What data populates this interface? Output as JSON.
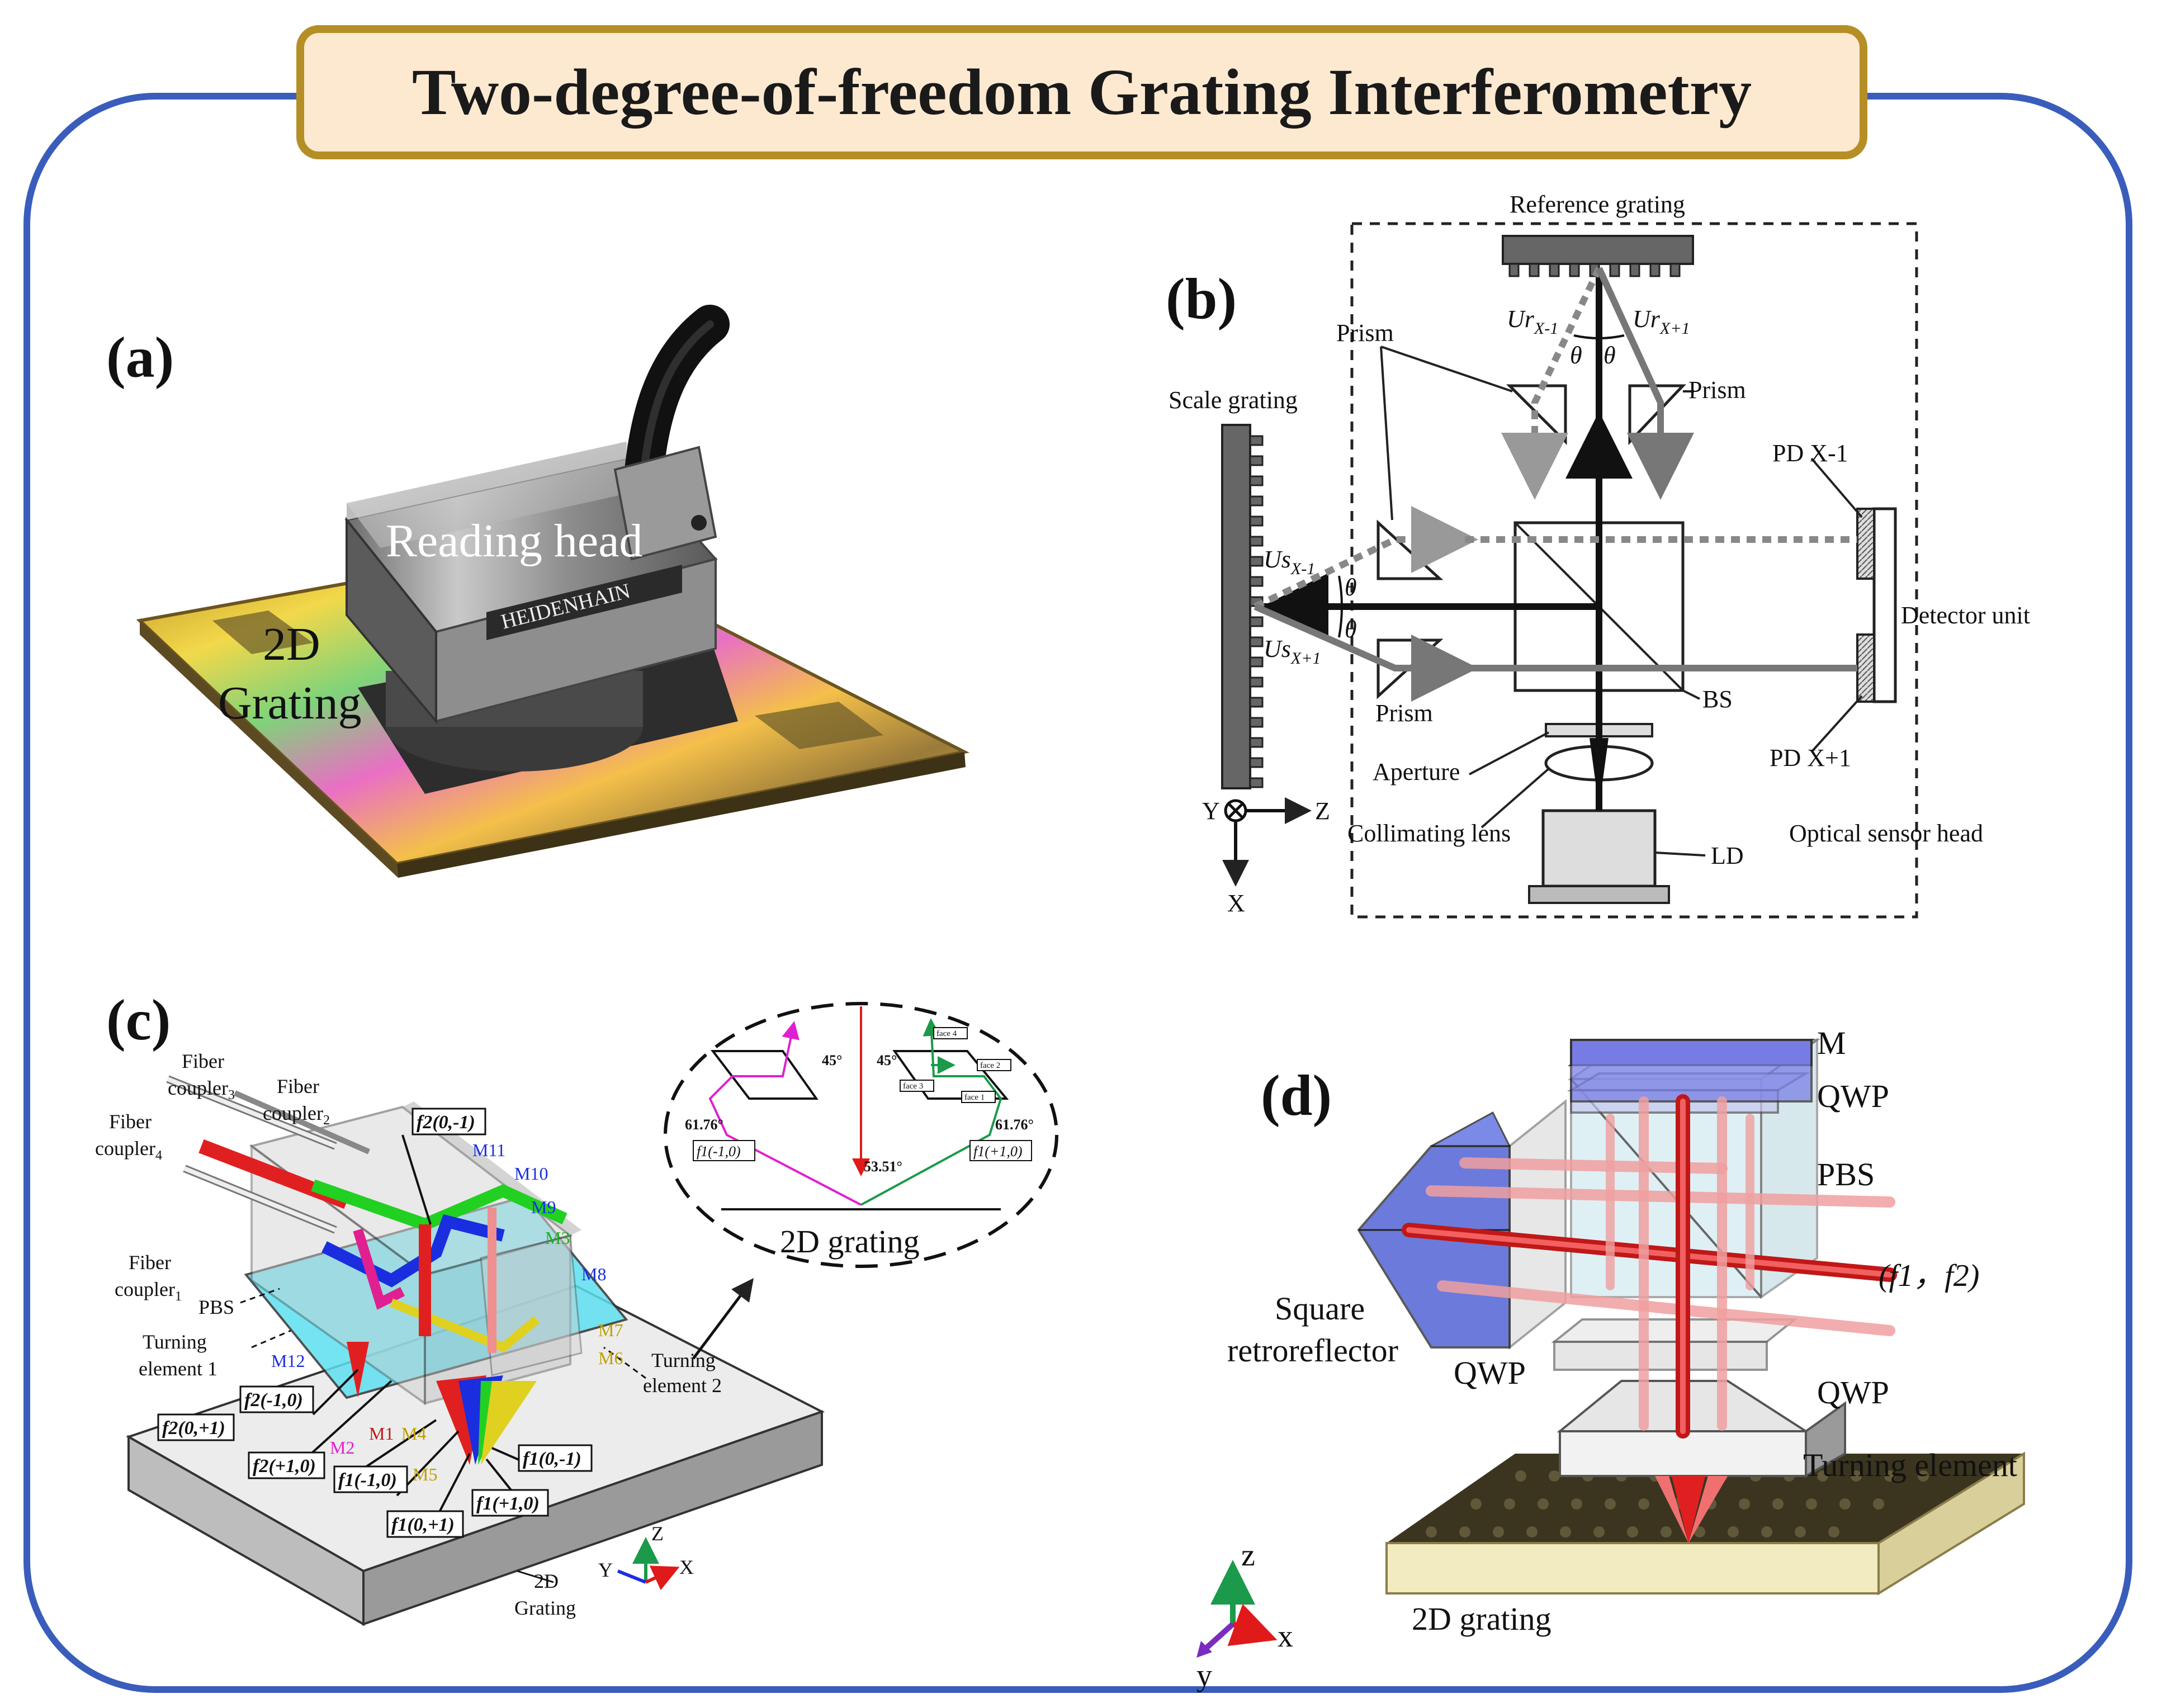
{
  "title": "Two-degree-of-freedom Grating Interferometry",
  "colors": {
    "frame": "#3a5dbc",
    "title_bg": "#fde9d0",
    "title_border": "#b58f26"
  },
  "panels": {
    "a": {
      "label": "(a)",
      "reading_head": "Reading head",
      "grating_line1": "2D",
      "grating_line2": "Grating",
      "brand": "HEIDENHAIN"
    },
    "b": {
      "label": "(b)",
      "reference_grating": "Reference grating",
      "prism_1": "Prism",
      "prism_2": "Prism",
      "prism_3": "Prism",
      "scale_grating": "Scale grating",
      "pd_x_minus": "PD X-1",
      "pd_x_plus": "PD X+1",
      "detector_unit": "Detector unit",
      "ur_minus": "Ur",
      "ur_minus_sub": "X-1",
      "ur_plus": "Ur",
      "ur_plus_sub": "X+1",
      "us_minus": "Us",
      "us_minus_sub": "X-1",
      "us_plus": "Us",
      "us_plus_sub": "X+1",
      "theta": "θ",
      "bs": "BS",
      "aperture": "Aperture",
      "collimating_lens": "Collimating lens",
      "ld": "LD",
      "optical_sensor_head": "Optical sensor head",
      "axis_y": "Y",
      "axis_z": "Z",
      "axis_x": "X"
    },
    "c": {
      "label": "(c)",
      "fiber_coupler3_a": "Fiber",
      "fiber_coupler3_b": "coupler",
      "fiber_coupler3_sub": "3",
      "fiber_coupler2_a": "Fiber",
      "fiber_coupler2_b": "coupler",
      "fiber_coupler2_sub": "2",
      "fiber_coupler4_a": "Fiber",
      "fiber_coupler4_b": "coupler",
      "fiber_coupler4_sub": "4",
      "fiber_coupler1_a": "Fiber",
      "fiber_coupler1_b": "coupler",
      "fiber_coupler1_sub": "1",
      "pbs": "PBS",
      "turning1_a": "Turning",
      "turning1_b": "element 1",
      "turning2_a": "Turning",
      "turning2_b": "element 2",
      "grating_a": "2D",
      "grating_b": "Grating",
      "f2_0m1": "f2(0,-1)",
      "f2_m10": "f2(-1,0)",
      "f2_0p1": "f2(0,+1)",
      "f2_p10": "f2(+1,0)",
      "f1_m10": "f1(-1,0)",
      "f1_0p1": "f1(0,+1)",
      "f1_p10": "f1(+1,0)",
      "f1_0m1": "f1(0,-1)",
      "mirrors": [
        "M11",
        "M10",
        "M9",
        "M3",
        "M8",
        "M7",
        "M6",
        "M12",
        "M1",
        "M2",
        "M4",
        "M5"
      ],
      "inset_grating": "2D grating",
      "angle_45a": "45°",
      "angle_45b": "45°",
      "angle_6176a": "61.76°",
      "angle_6176b": "61.76°",
      "angle_5351": "53.51°",
      "inset_f1_m10": "f1(-1,0)",
      "inset_f1_p10": "f1(+1,0)",
      "face1": "face 1",
      "face2": "face 2",
      "face3": "face 3",
      "face4": "face 4",
      "axis_z": "Z",
      "axis_y": "Y",
      "axis_x": "X"
    },
    "d": {
      "label": "(d)",
      "m": "M",
      "qwp_top": "QWP",
      "pbs": "PBS",
      "beams": "(f1，f2)",
      "square_a": "Square",
      "square_b": "retroreflector",
      "qwp_left": "QWP",
      "qwp_right": "QWP",
      "turning_element": "Turning element",
      "grating": "2D grating",
      "axis_z": "z",
      "axis_y": "y",
      "axis_x": "x"
    }
  }
}
